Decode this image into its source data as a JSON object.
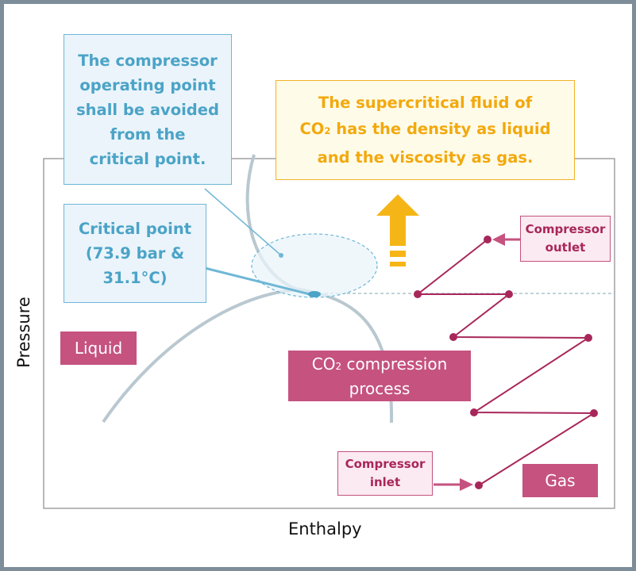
{
  "axes": {
    "xlabel": "Enthalpy",
    "ylabel": "Pressure"
  },
  "callouts": {
    "operating_point": [
      "The compressor",
      "operating point",
      "shall be avoided",
      "from the",
      "critical point."
    ],
    "critical_point": [
      "Critical point",
      "(73.9 bar &",
      "31.1°C)"
    ],
    "supercritical": {
      "line1": "The supercritical fluid of",
      "line2_pre": "CO",
      "line2_sub": "2",
      "line2_post": " has the density as liquid",
      "line3": "and the viscosity as gas."
    }
  },
  "regions": {
    "liquid": "Liquid",
    "gas": "Gas"
  },
  "process": {
    "line1_pre": "CO",
    "line1_sub": "2",
    "line1_post": " compression",
    "line2": "process"
  },
  "compressor": {
    "outlet": [
      "Compressor",
      "outlet"
    ],
    "inlet": [
      "Compressor",
      "inlet"
    ]
  },
  "colors": {
    "frame": "#7d8d99",
    "blue": "#6fb7d6",
    "yellow": "#f2b228",
    "magenta": "#c5527f",
    "curve": "#b9c8d0"
  }
}
